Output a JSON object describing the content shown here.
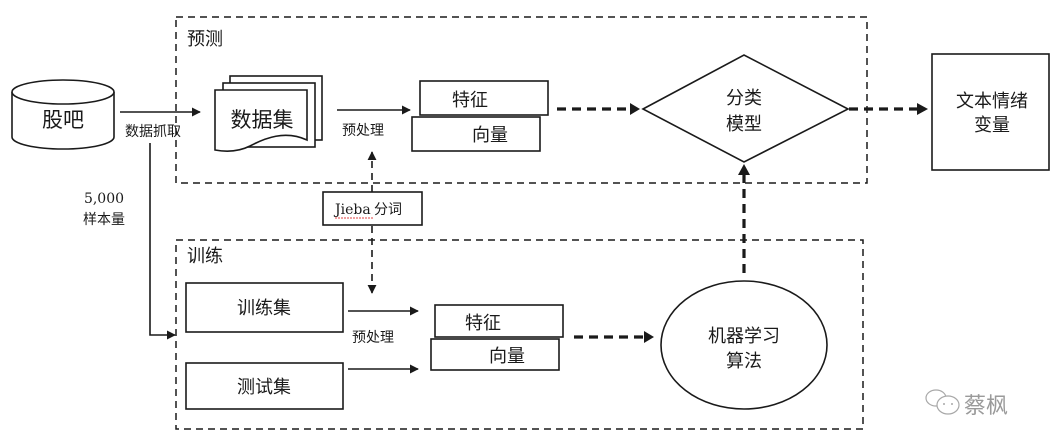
{
  "diagram": {
    "source": {
      "label": "股吧"
    },
    "crawl_label": "数据抓取",
    "sample_count": "5,000",
    "sample_label": "样本量",
    "predict_section": {
      "title": "预测",
      "dataset_label": "数据集",
      "preprocess_label": "预处理",
      "feature_label": "特征",
      "vector_label": "向量",
      "model_line1": "分类",
      "model_line2": "模型"
    },
    "tokenizer": {
      "label_latin": "Jieba",
      "label_cjk": "分词"
    },
    "train_section": {
      "title": "训练",
      "train_set_label": "训练集",
      "test_set_label": "测试集",
      "preprocess_label": "预处理",
      "feature_label": "特征",
      "vector_label": "向量",
      "algo_line1": "机器学习",
      "algo_line2": "算法"
    },
    "output": {
      "line1": "文本情绪",
      "line2": "变量"
    },
    "watermark": {
      "icon": "wechat-icon",
      "text": "蔡枫"
    }
  }
}
